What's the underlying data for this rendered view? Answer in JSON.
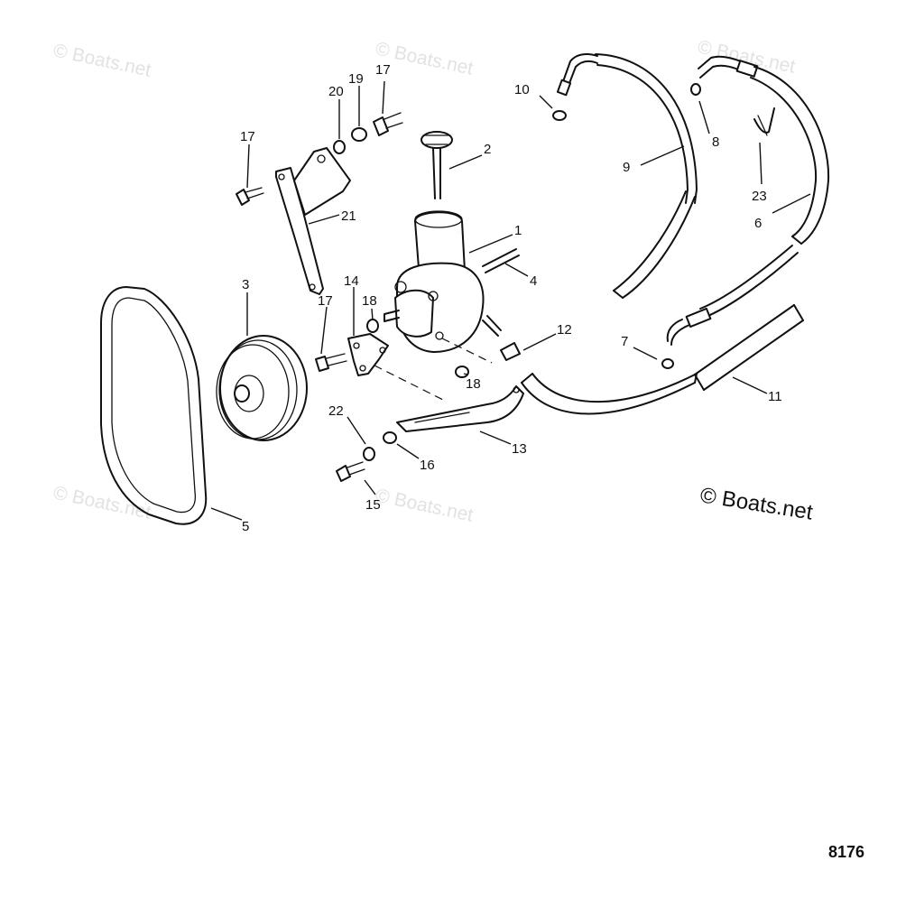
{
  "watermark": {
    "faint": "© Boats.net",
    "main": "© Boats.net"
  },
  "diagram_number": "8176",
  "callouts": {
    "c1": "1",
    "c2": "2",
    "c3": "3",
    "c4": "4",
    "c5": "5",
    "c6": "6",
    "c7": "7",
    "c8": "8",
    "c9": "9",
    "c10": "10",
    "c11": "11",
    "c12": "12",
    "c13": "13",
    "c14": "14",
    "c15": "15",
    "c16": "16",
    "c17a": "17",
    "c17b": "17",
    "c17c": "17",
    "c18a": "18",
    "c18b": "18",
    "c19": "19",
    "c20": "20",
    "c21": "21",
    "c22": "22",
    "c23": "23"
  },
  "colors": {
    "ink": "#111111",
    "watermark": "#e2e2e2",
    "background": "#ffffff"
  }
}
